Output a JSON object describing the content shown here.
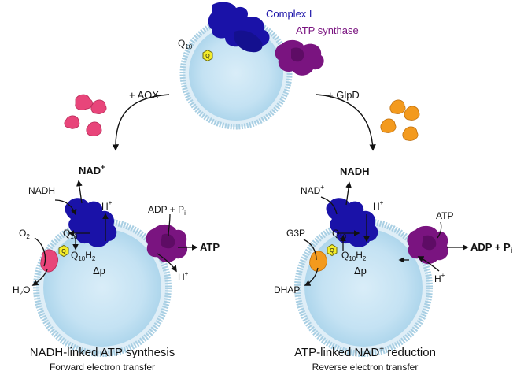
{
  "top": {
    "complex_i": "Complex I",
    "atp_synthase": "ATP synthase",
    "q10": "Q",
    "q10_sub": "10",
    "add_aox": "+ AOX",
    "add_glpd": "+ GlpD"
  },
  "left": {
    "nad_plus": "NAD",
    "nad_plus_sup": "+",
    "nadh": "NADH",
    "h_plus_top": "H",
    "h_plus_top_sup": "+",
    "adp_pi": "ADP + P",
    "adp_pi_sub": "i",
    "o2": "O",
    "o2_sub": "2",
    "q10": "Q",
    "q10_sub": "10",
    "q10h2": "Q",
    "q10h2_sub1": "10",
    "q10h2_h": "H",
    "q10h2_sub2": "2",
    "atp": "ATP",
    "dp": "Δp",
    "h_plus_bottom": "H",
    "h_plus_bottom_sup": "+",
    "h2o": "H",
    "h2o_sub": "2",
    "h2o_o": "O",
    "caption_title": "NADH-linked ATP synthesis",
    "caption_sub": "Forward electron transfer"
  },
  "right": {
    "nad_plus": "NAD",
    "nad_plus_sup": "+",
    "nadh": "NADH",
    "h_plus_top": "H",
    "h_plus_top_sup": "+",
    "atp": "ATP",
    "g3p": "G3P",
    "q10": "Q",
    "q10_sub": "10",
    "q10h2": "Q",
    "q10h2_sub1": "10",
    "q10h2_h": "H",
    "q10h2_sub2": "2",
    "adp_pi": "ADP + P",
    "adp_pi_sub": "i",
    "dp": "Δp",
    "dhap": "DHAP",
    "h_plus_bottom": "H",
    "h_plus_bottom_sup": "+",
    "caption_title": "ATP-linked NAD",
    "caption_title_sup": "+",
    "caption_title_end": " reduction",
    "caption_sub": "Reverse electron transfer"
  },
  "colors": {
    "complex_i": "#1a12a8",
    "atp_synthase": "#7a1480",
    "aox": "#e8457a",
    "glpd": "#f39a1e",
    "quinone": "#f4ec2a",
    "vesicle": "#bfe0f2",
    "membrane": "#9cc8de"
  }
}
